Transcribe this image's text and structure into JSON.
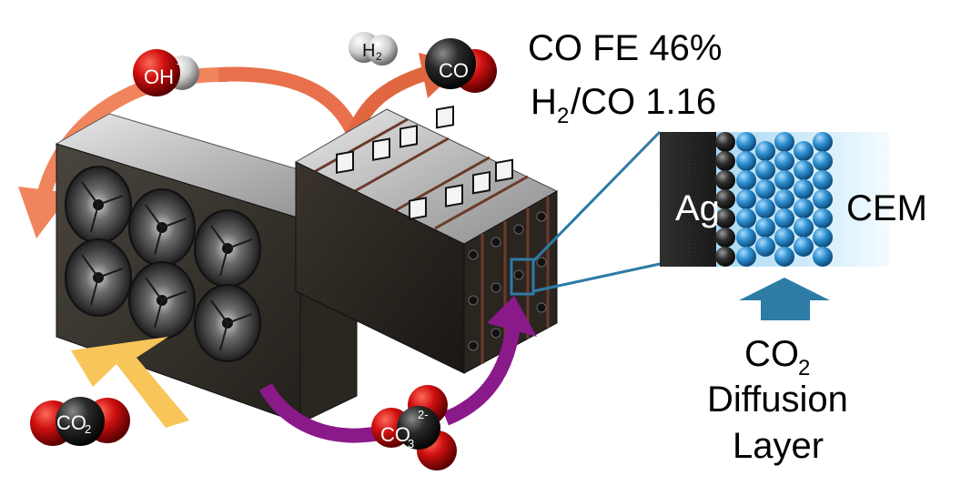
{
  "metrics": {
    "line1": "CO FE 46%",
    "line2_h": "H",
    "line2_sub": "2",
    "line2_rest": "/CO 1.16"
  },
  "layers": {
    "ag": "Ag",
    "cem": "CEM"
  },
  "diffusion": {
    "line1_co": "CO",
    "line1_sub": "2",
    "line2": "Diffusion",
    "line3": "Layer"
  },
  "molecules": {
    "oh": "OH",
    "oh_sup": "-",
    "h2": "H",
    "h2_sub": "2",
    "co": "CO",
    "co2": "CO",
    "co2_sub": "2",
    "co3": "CO",
    "co3_sub": "3",
    "co3_sup": "2-"
  },
  "colors": {
    "arrow_orange": "#e8704d",
    "arrow_purple": "#8a1a8a",
    "arrow_yellow": "#f7c55a",
    "arrow_blue": "#2e7ba6",
    "molecule_red": "#c81010",
    "molecule_black": "#202020",
    "molecule_white": "#e8e8e8",
    "cem_blue": "#bfe2f5",
    "sphere_blue": "#2e8fcf"
  }
}
